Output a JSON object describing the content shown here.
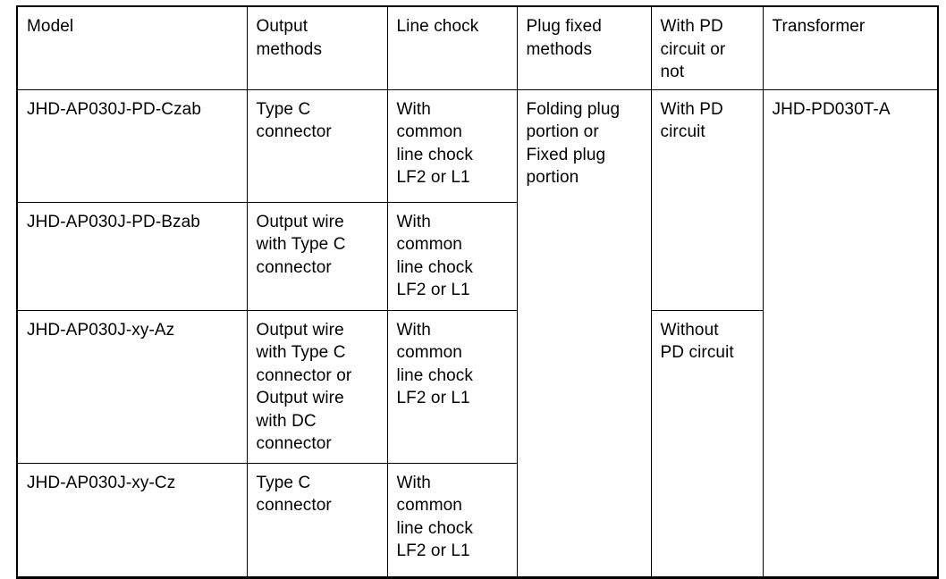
{
  "document": {
    "type": "specification-table",
    "title": "Model Specification Table"
  },
  "table": {
    "columns": [
      {
        "key": "model",
        "header": "Model"
      },
      {
        "key": "output",
        "header": "Output\nmethods"
      },
      {
        "key": "chock",
        "header": "Line chock"
      },
      {
        "key": "plug",
        "header": "Plug fixed\nmethods"
      },
      {
        "key": "pd",
        "header": "With PD\ncircuit or\nnot"
      },
      {
        "key": "transformer",
        "header": "Transformer"
      }
    ],
    "rows": [
      {
        "model": "JHD-AP030J-PD-Czab",
        "output": "Type C\nconnector",
        "chock": "With\ncommon\nline chock\nLF2 or L1",
        "plug": "Folding plug\nportion or\nFixed plug\nportion",
        "pd": "With PD\ncircuit",
        "transformer": "JHD-PD030T-A"
      },
      {
        "model": "JHD-AP030J-PD-Bzab",
        "output": "Output wire\nwith Type C\nconnector",
        "chock": "With\ncommon\nline chock\nLF2 or L1",
        "plug": "",
        "pd": "",
        "transformer": ""
      },
      {
        "model": "JHD-AP030J-xy-Az",
        "output": "Output wire\nwith Type C\nconnector or\nOutput wire\nwith DC\nconnector",
        "chock": "With\ncommon\nline chock\nLF2 or L1",
        "plug": "",
        "pd": "Without\nPD circuit",
        "transformer": ""
      },
      {
        "model": "JHD-AP030J-xy-Cz",
        "output": "Type C\nconnector",
        "chock": "With\ncommon\nline chock\nLF2 or L1",
        "plug": "",
        "pd": "",
        "transformer": ""
      }
    ],
    "merged_cells": {
      "plug_fixed_methods_rowspan": 4,
      "with_pd_circuit_rowspan_first": 2,
      "with_pd_circuit_rowspan_second": 2,
      "transformer_rowspan": 4
    },
    "colors": {
      "border": "#000000",
      "background": "#ffffff",
      "text": "#000000"
    }
  }
}
